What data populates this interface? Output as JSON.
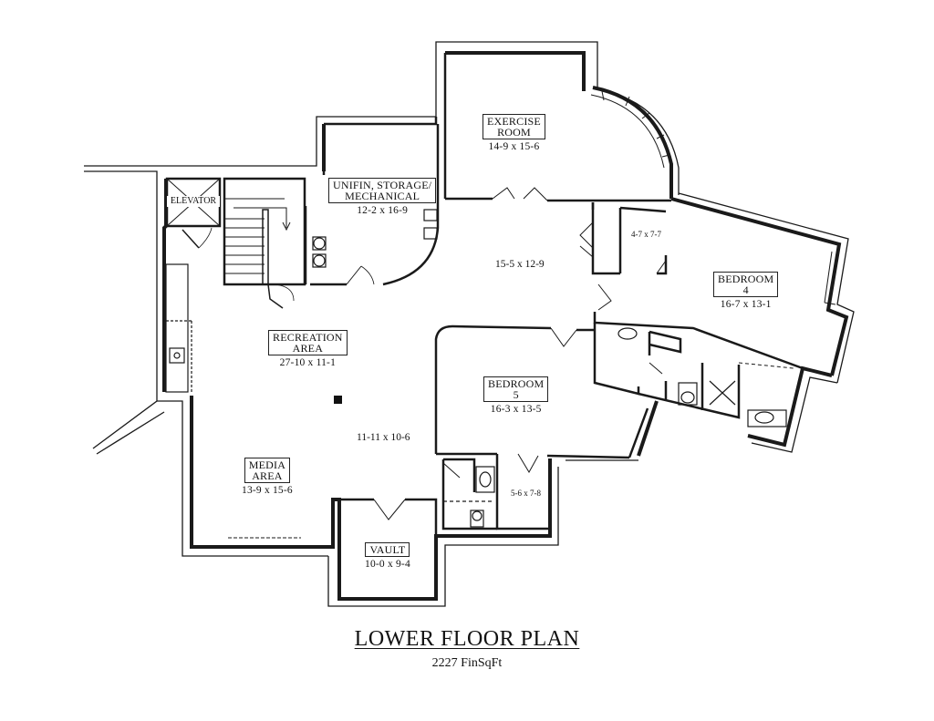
{
  "title": "LOWER FLOOR PLAN",
  "subtitle": "2227 FinSqFt",
  "elevator": "ELEVATOR",
  "rooms": {
    "exercise": {
      "line1": "EXERCISE",
      "line2": "ROOM",
      "dim": "14-9 x 15-6"
    },
    "mechanical": {
      "line1": "UNIFIN, STORAGE/",
      "line2": "MECHANICAL",
      "dim": "12-2 x 16-9"
    },
    "recreation": {
      "line1": "RECREATION",
      "line2": "AREA",
      "dim": "27-10 x 11-1"
    },
    "bedroom4": {
      "line1": "BEDROOM",
      "line2": "4",
      "dim": "16-7 x 13-1"
    },
    "bedroom5": {
      "line1": "BEDROOM",
      "line2": "5",
      "dim": "16-3 x 13-5"
    },
    "media": {
      "line1": "MEDIA",
      "line2": "AREA",
      "dim": "13-9 x 15-6"
    },
    "vault": {
      "line1": "VAULT",
      "dim": "10-0 x 9-4"
    }
  },
  "dims": {
    "hall": "15-5 x 12-9",
    "center": "11-11 x 10-6",
    "closet4": "4-7 x 7-7",
    "closet5": "5-6 x 7-8"
  }
}
